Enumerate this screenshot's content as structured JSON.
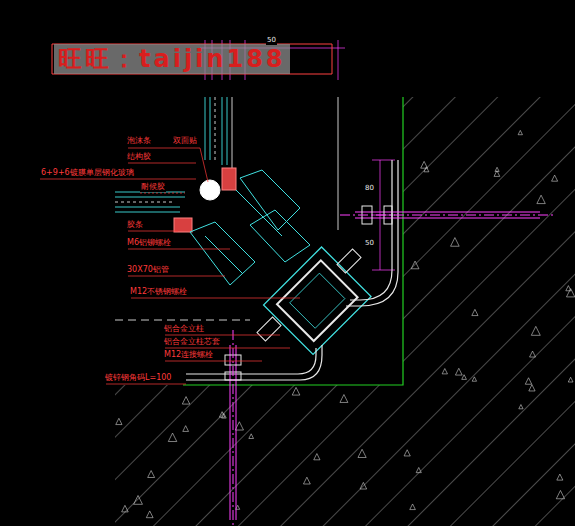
{
  "diagram": {
    "labels": [
      "旺旺：taijin188",
      "50",
      "泡沫条",
      "双面贴",
      "结构胶",
      "6+9+6镀膜单层钢化玻璃",
      "耐候胶",
      "胶条",
      "M6铝铆螺栓",
      "30X70铝管",
      "M12不锈钢螺栓",
      "铝合金立柱",
      "铝合金立柱芯套",
      "M12连接螺栓",
      "镀锌钢角码L=100",
      "80",
      "50"
    ]
  }
}
